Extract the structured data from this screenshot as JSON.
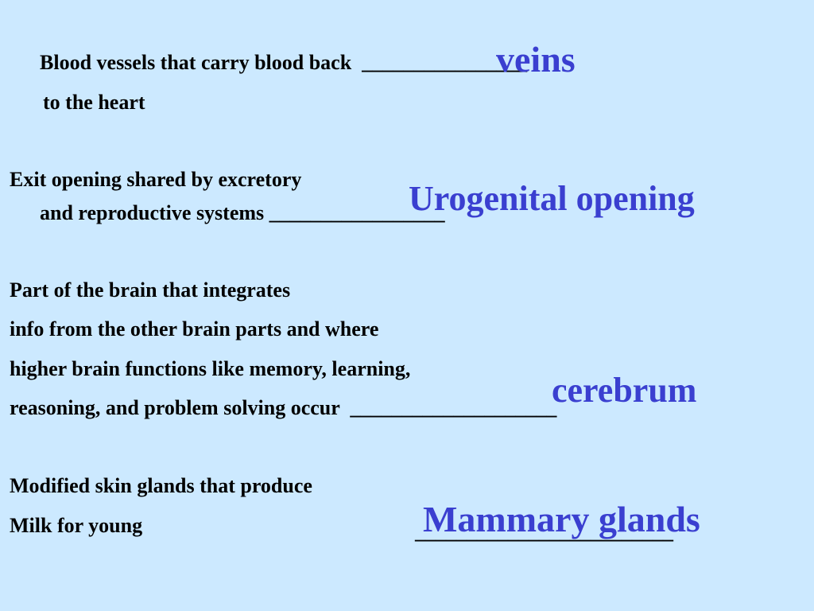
{
  "slide": {
    "q1": {
      "line1": "Blood vessels that carry blood back  ________________",
      "line2": "to the heart",
      "answer": "veins"
    },
    "q2": {
      "line1": "Exit opening shared by excretory",
      "line2": "and reproductive systems _________________",
      "answer": "Urogenital opening"
    },
    "q3": {
      "line1": "Part of the brain that integrates",
      "line2": "info from the other brain parts and where",
      "line3": "higher brain functions like memory, learning,",
      "line4": "reasoning, and problem solving occur  ____________________",
      "answer": "cerebrum"
    },
    "q4": {
      "line1": "Modified skin glands that produce",
      "line2": "Milk for young",
      "blank": "_________________________",
      "answer": "Mammary glands"
    }
  },
  "colors": {
    "background": "#cce9ff",
    "text": "#000000",
    "answer": "#3a3fd0"
  }
}
